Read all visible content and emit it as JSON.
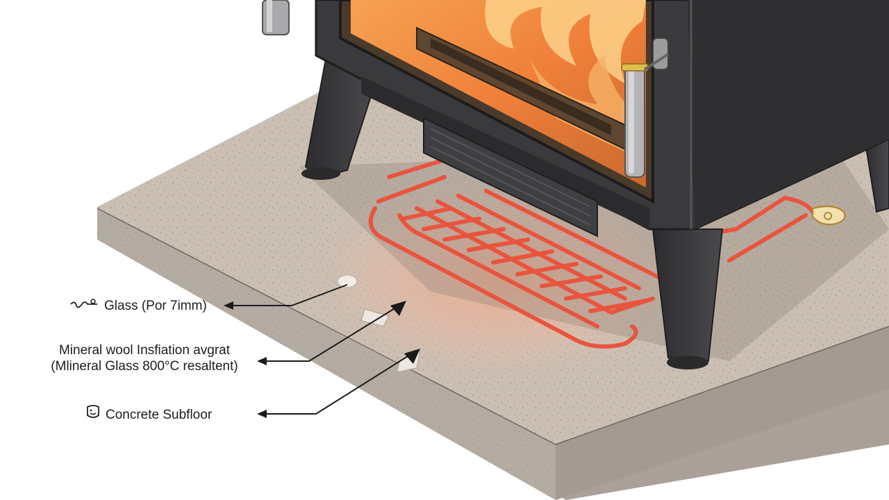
{
  "labels": {
    "glass": "Glass (Por 7imm)",
    "mineral_line1": "Mineral wool Insfiation avgrat",
    "mineral_line2": "(Mlineral Glass 800°C resaltent)",
    "concrete": "Concrete Subfloor"
  },
  "icons": {
    "glass": "scribble-icon",
    "concrete": "face-icon"
  },
  "colors": {
    "hearth": "#cbbfb3",
    "hearth_edge": "#aaa199",
    "stove_body": "#3a3a3c",
    "fire": "#f08a3a",
    "heating_pipe": "#e8543e",
    "leader_line": "#1a1a1a"
  }
}
